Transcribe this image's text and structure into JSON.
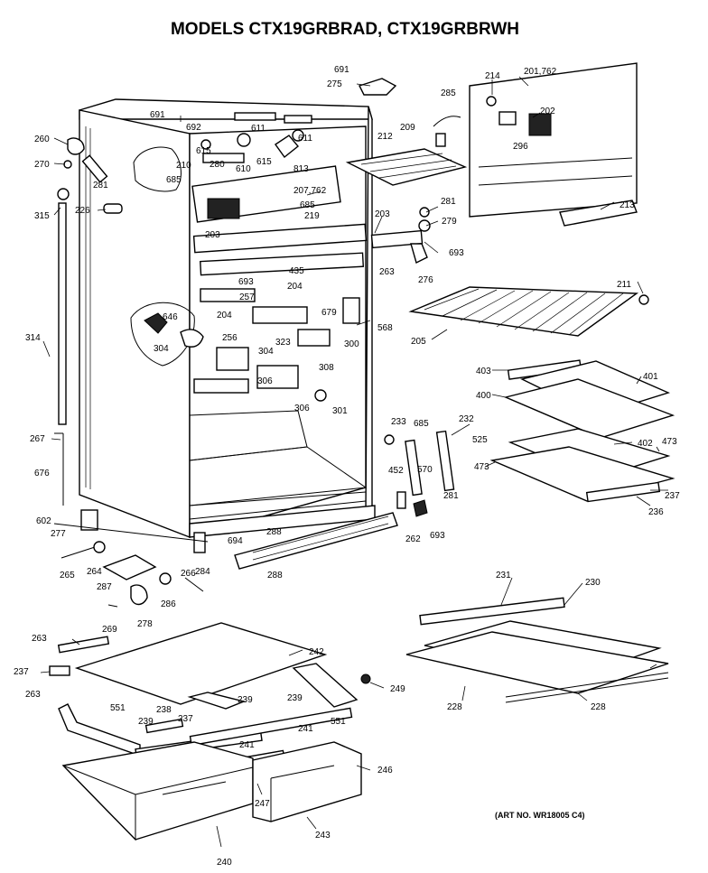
{
  "title": "MODELS CTX19GRBRAD, CTX19GRBRWH",
  "art_number": "(ART NO. WR18005 C4)",
  "part_labels": [
    "691",
    "275",
    "214",
    "201,762",
    "285",
    "202",
    "209",
    "212",
    "296",
    "691",
    "692",
    "611",
    "260",
    "615",
    "611",
    "270",
    "280",
    "615",
    "610",
    "813",
    "281",
    "210",
    "685",
    "207,762",
    "685",
    "315",
    "226",
    "219",
    "213",
    "281",
    "203",
    "279",
    "693",
    "203",
    "263",
    "276",
    "435",
    "211",
    "693",
    "204",
    "257",
    "679",
    "204",
    "568",
    "646",
    "256",
    "205",
    "314",
    "304",
    "323",
    "304",
    "308",
    "300",
    "306",
    "306",
    "301",
    "403",
    "401",
    "400",
    "233",
    "232",
    "685",
    "267",
    "525",
    "473",
    "402",
    "570",
    "452",
    "473",
    "676",
    "281",
    "237",
    "602",
    "277",
    "262",
    "693",
    "236",
    "265",
    "264",
    "288",
    "284",
    "694",
    "287",
    "266",
    "286",
    "288",
    "269",
    "278",
    "231",
    "230",
    "263",
    "242",
    "237",
    "239",
    "249",
    "263",
    "551",
    "238",
    "239",
    "239",
    "237",
    "551",
    "241",
    "241",
    "228",
    "228",
    "246",
    "247",
    "240",
    "243"
  ]
}
